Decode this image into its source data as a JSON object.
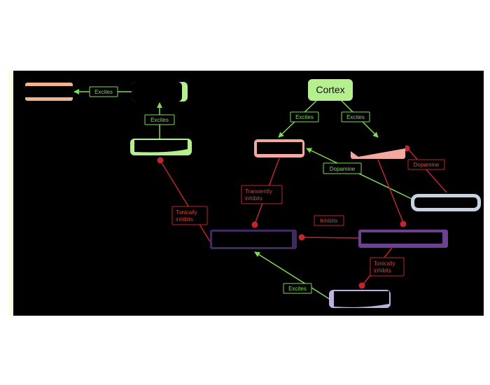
{
  "colors": {
    "excite": "#7ed957",
    "inhibit": "#c0262b",
    "inhibit_text": "#d9403f",
    "dopamine_text": "#e0503a",
    "canvas": "#000000",
    "margin": "#fffbe6"
  },
  "nodes": {
    "cortex": {
      "label": "Cortex"
    }
  },
  "edge_labels": {
    "excites_top_left": "Excites",
    "excites_vertical": "Excites",
    "excites_cortex_left": "Excites",
    "excites_cortex_right": "Excites",
    "dopamine_green": "Dopamine",
    "dopamine_red": "Dopamine",
    "transiently_inhibits": [
      "Transiently",
      "inhibits"
    ],
    "tonically_inhibits_left": [
      "Tonically",
      "inhibits"
    ],
    "inhibits_middle": "Inhibits",
    "tonically_inhibits_right": [
      "Tonically",
      "inhibits"
    ],
    "excites_bottom": "Excites"
  }
}
